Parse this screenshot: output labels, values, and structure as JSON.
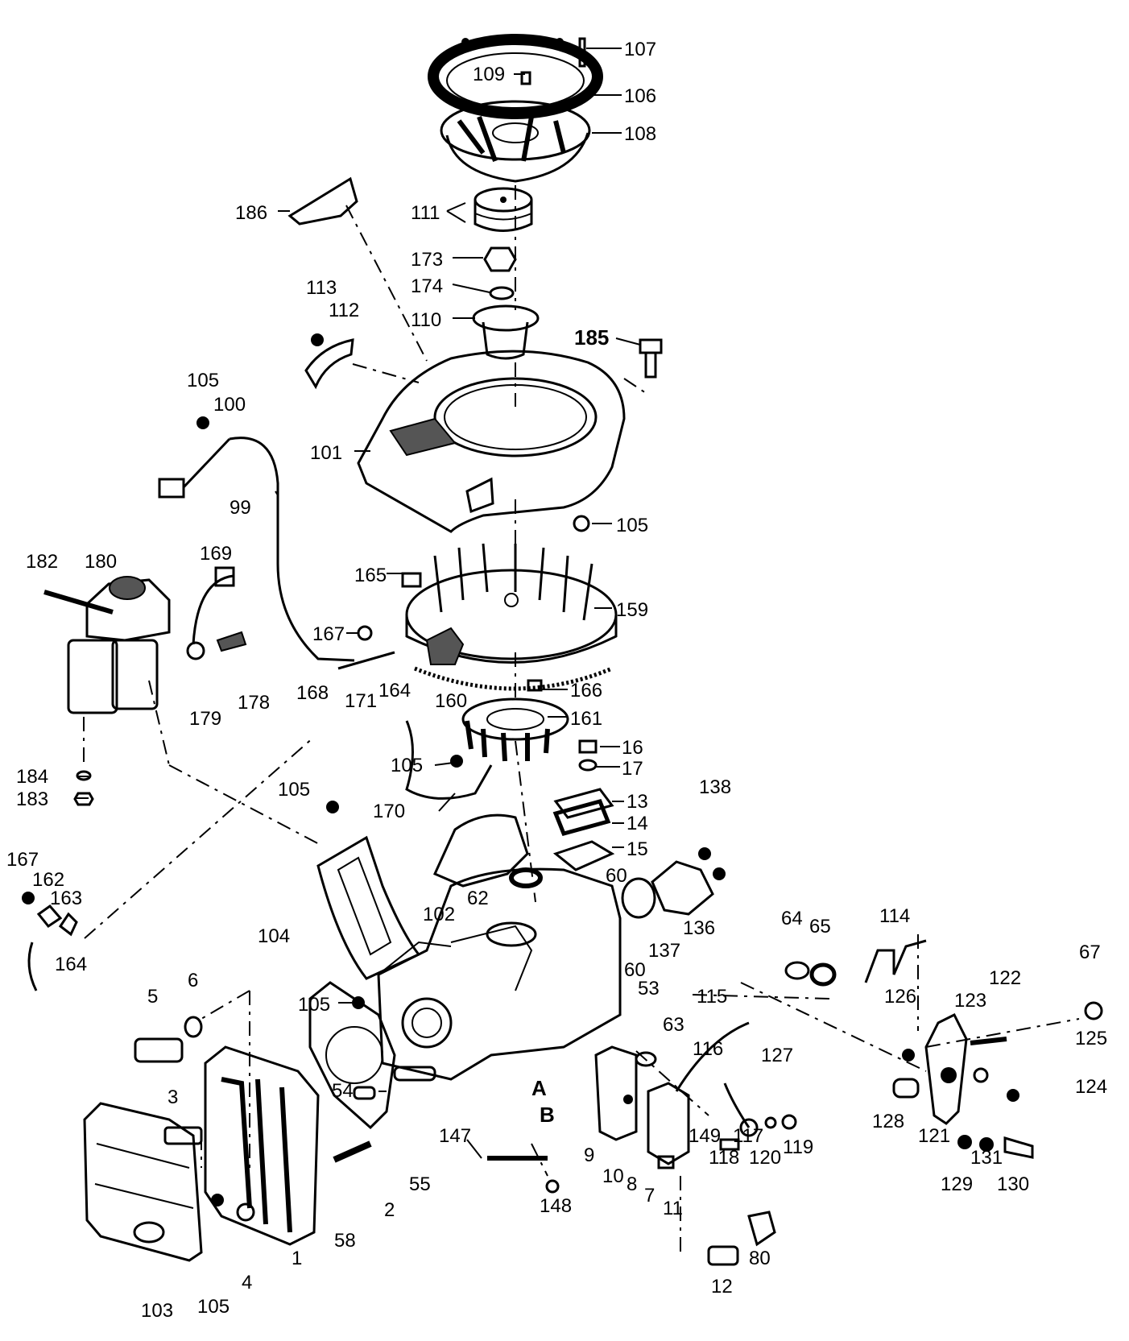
{
  "parts": [
    {
      "id": "p107",
      "text": "107"
    },
    {
      "id": "p109",
      "text": "109"
    },
    {
      "id": "p106",
      "text": "106"
    },
    {
      "id": "p108",
      "text": "108"
    },
    {
      "id": "p186",
      "text": "186"
    },
    {
      "id": "p111",
      "text": "111"
    },
    {
      "id": "p173",
      "text": "173"
    },
    {
      "id": "p174",
      "text": "174"
    },
    {
      "id": "p113",
      "text": "113"
    },
    {
      "id": "p112",
      "text": "112"
    },
    {
      "id": "p110",
      "text": "110"
    },
    {
      "id": "p185",
      "text": "185"
    },
    {
      "id": "p105a",
      "text": "105"
    },
    {
      "id": "p100",
      "text": "100"
    },
    {
      "id": "p101",
      "text": "101"
    },
    {
      "id": "p99",
      "text": "99"
    },
    {
      "id": "p105b",
      "text": "105"
    },
    {
      "id": "p182",
      "text": "182"
    },
    {
      "id": "p180",
      "text": "180"
    },
    {
      "id": "p169",
      "text": "169"
    },
    {
      "id": "p165",
      "text": "165"
    },
    {
      "id": "p159",
      "text": "159"
    },
    {
      "id": "p167a",
      "text": "167"
    },
    {
      "id": "p168",
      "text": "168"
    },
    {
      "id": "p171",
      "text": "171"
    },
    {
      "id": "p164a",
      "text": "164"
    },
    {
      "id": "p160",
      "text": "160"
    },
    {
      "id": "p179",
      "text": "179"
    },
    {
      "id": "p178",
      "text": "178"
    },
    {
      "id": "p166",
      "text": "166"
    },
    {
      "id": "p161",
      "text": "161"
    },
    {
      "id": "p184",
      "text": "184"
    },
    {
      "id": "p183",
      "text": "183"
    },
    {
      "id": "p105c",
      "text": "105"
    },
    {
      "id": "p16",
      "text": "16"
    },
    {
      "id": "p17",
      "text": "17"
    },
    {
      "id": "p105d",
      "text": "105"
    },
    {
      "id": "p170",
      "text": "170"
    },
    {
      "id": "p13",
      "text": "13"
    },
    {
      "id": "p138",
      "text": "138"
    },
    {
      "id": "p14",
      "text": "14"
    },
    {
      "id": "p15",
      "text": "15"
    },
    {
      "id": "p167b",
      "text": "167"
    },
    {
      "id": "p162",
      "text": "162"
    },
    {
      "id": "p163",
      "text": "163"
    },
    {
      "id": "p60a",
      "text": "60"
    },
    {
      "id": "p62",
      "text": "62"
    },
    {
      "id": "p102",
      "text": "102"
    },
    {
      "id": "p136",
      "text": "136"
    },
    {
      "id": "p64",
      "text": "64"
    },
    {
      "id": "p65",
      "text": "65"
    },
    {
      "id": "p114",
      "text": "114"
    },
    {
      "id": "p104",
      "text": "104"
    },
    {
      "id": "p137",
      "text": "137"
    },
    {
      "id": "p164b",
      "text": "164"
    },
    {
      "id": "p60b",
      "text": "60"
    },
    {
      "id": "p67",
      "text": "67"
    },
    {
      "id": "p53",
      "text": "53"
    },
    {
      "id": "p122",
      "text": "122"
    },
    {
      "id": "p115",
      "text": "115"
    },
    {
      "id": "p126",
      "text": "126"
    },
    {
      "id": "p5",
      "text": "5"
    },
    {
      "id": "p6",
      "text": "6"
    },
    {
      "id": "p105e",
      "text": "105"
    },
    {
      "id": "p123",
      "text": "123"
    },
    {
      "id": "p63",
      "text": "63"
    },
    {
      "id": "p125",
      "text": "125"
    },
    {
      "id": "p116",
      "text": "116"
    },
    {
      "id": "p127",
      "text": "127"
    },
    {
      "id": "p54",
      "text": "54"
    },
    {
      "id": "pA",
      "text": "A"
    },
    {
      "id": "p124",
      "text": "124"
    },
    {
      "id": "p3",
      "text": "3"
    },
    {
      "id": "pB",
      "text": "B"
    },
    {
      "id": "p128",
      "text": "128"
    },
    {
      "id": "p147",
      "text": "147"
    },
    {
      "id": "p149",
      "text": "149"
    },
    {
      "id": "p117",
      "text": "117"
    },
    {
      "id": "p121",
      "text": "121"
    },
    {
      "id": "p9",
      "text": "9"
    },
    {
      "id": "p118",
      "text": "118"
    },
    {
      "id": "p120",
      "text": "120"
    },
    {
      "id": "p119",
      "text": "119"
    },
    {
      "id": "p129",
      "text": "129"
    },
    {
      "id": "p131",
      "text": "131"
    },
    {
      "id": "p130",
      "text": "130"
    },
    {
      "id": "p55",
      "text": "55"
    },
    {
      "id": "p10",
      "text": "10"
    },
    {
      "id": "p8",
      "text": "8"
    },
    {
      "id": "p7",
      "text": "7"
    },
    {
      "id": "p11",
      "text": "11"
    },
    {
      "id": "p2",
      "text": "2"
    },
    {
      "id": "p148",
      "text": "148"
    },
    {
      "id": "p58",
      "text": "58"
    },
    {
      "id": "p1",
      "text": "1"
    },
    {
      "id": "p4",
      "text": "4"
    },
    {
      "id": "p12",
      "text": "12"
    },
    {
      "id": "p80",
      "text": "80"
    },
    {
      "id": "p103",
      "text": "103"
    },
    {
      "id": "p105f",
      "text": "105"
    }
  ]
}
